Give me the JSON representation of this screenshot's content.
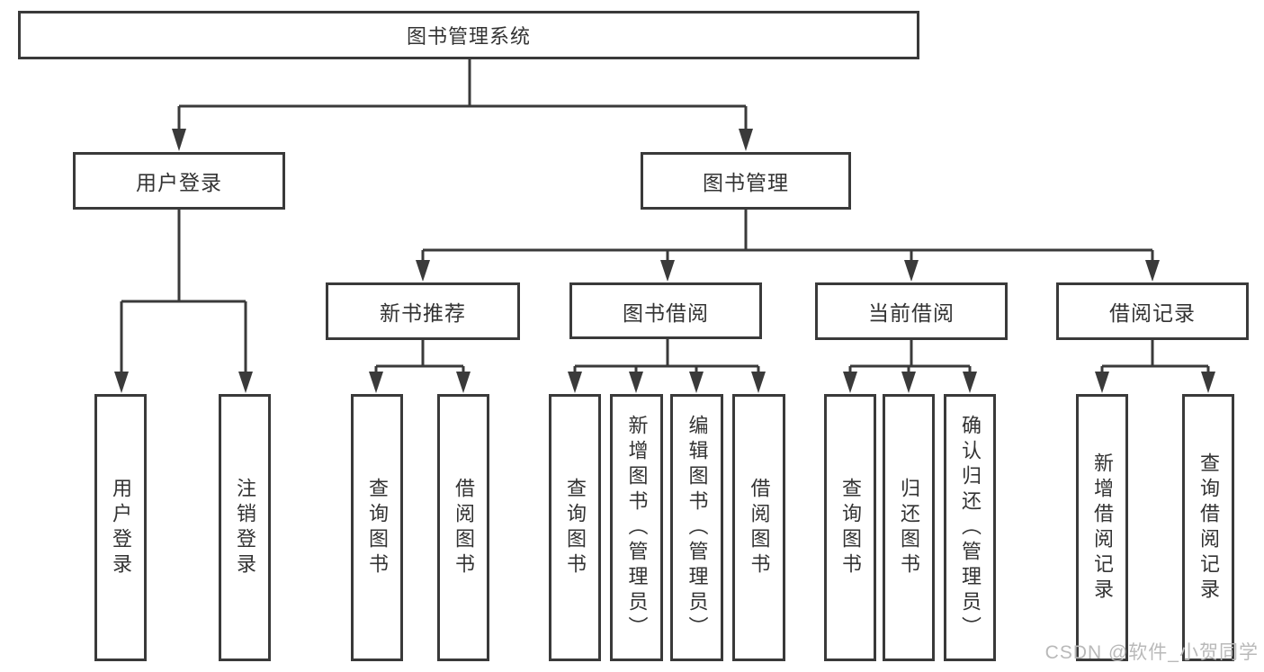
{
  "diagram_title": "图书管理系统",
  "nodes": {
    "root": "图书管理系统",
    "user_login": "用户登录",
    "book_mgmt": "图书管理",
    "new_book_rec": "新书推荐",
    "book_borrow": "图书借阅",
    "current_borrow": "当前借阅",
    "borrow_records": "借阅记录",
    "leaf_user_login": "用户登录",
    "leaf_logout": "注销登录",
    "leaf_nb_query": "查询图书",
    "leaf_nb_borrow": "借阅图书",
    "leaf_bb_query": "查询图书",
    "leaf_bb_add": "新增图书（管理员）",
    "leaf_bb_edit": "编辑图书（管理员）",
    "leaf_bb_borrow": "借阅图书",
    "leaf_cb_query": "查询图书",
    "leaf_cb_return": "归还图书",
    "leaf_cb_confirm": "确认归还（管理员）",
    "leaf_br_add": "新增借阅记录",
    "leaf_br_query": "查询借阅记录"
  },
  "hierarchy": {
    "root": "图书管理系统",
    "children": [
      {
        "label": "用户登录",
        "children": [
          "用户登录",
          "注销登录"
        ]
      },
      {
        "label": "图书管理",
        "children": [
          {
            "label": "新书推荐",
            "children": [
              "查询图书",
              "借阅图书"
            ]
          },
          {
            "label": "图书借阅",
            "children": [
              "查询图书",
              "新增图书（管理员）",
              "编辑图书（管理员）",
              "借阅图书"
            ]
          },
          {
            "label": "当前借阅",
            "children": [
              "查询图书",
              "归还图书",
              "确认归还（管理员）"
            ]
          },
          {
            "label": "借阅记录",
            "children": [
              "新增借阅记录",
              "查询借阅记录"
            ]
          }
        ]
      }
    ]
  },
  "watermark": "CSDN @软件_小贺同学",
  "colors": {
    "line": "#3a3a3a",
    "text": "#333333",
    "box_bg": "#ffffff",
    "watermark": "#b9b9b9"
  }
}
